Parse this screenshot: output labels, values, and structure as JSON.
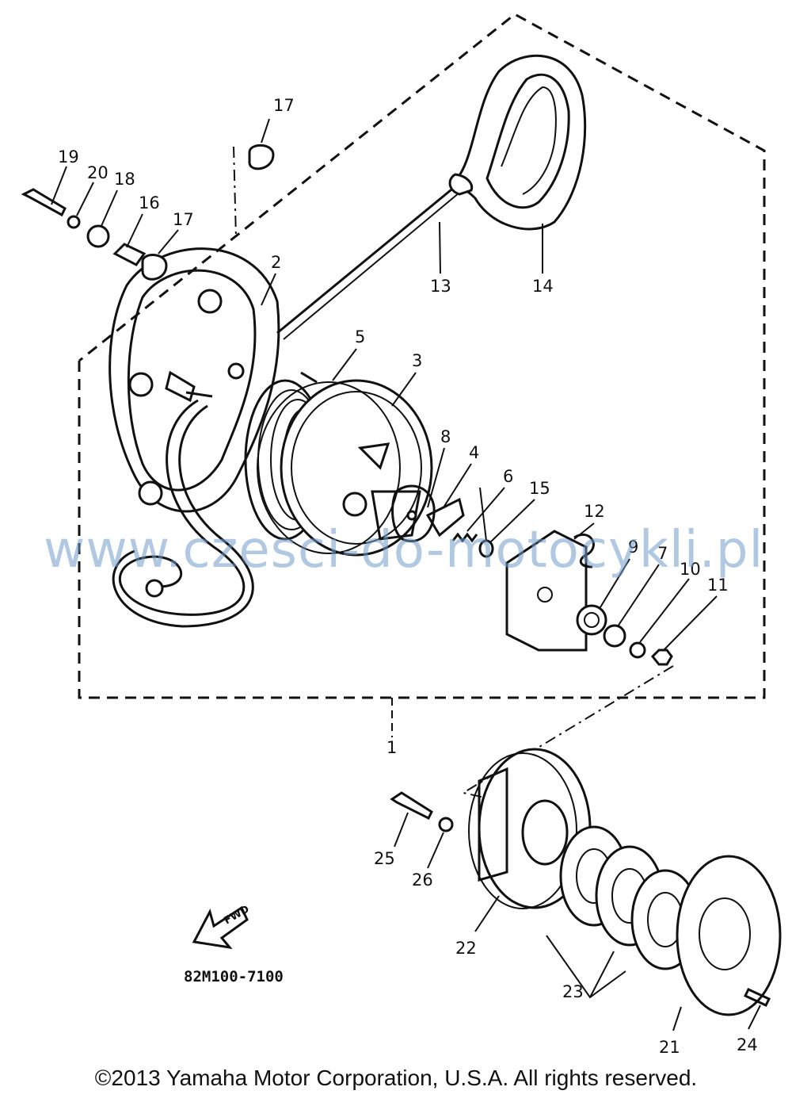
{
  "callouts": [
    {
      "id": "1",
      "label": "1"
    },
    {
      "id": "2",
      "label": "2"
    },
    {
      "id": "3",
      "label": "3"
    },
    {
      "id": "4",
      "label": "4"
    },
    {
      "id": "5",
      "label": "5"
    },
    {
      "id": "6",
      "label": "6"
    },
    {
      "id": "7",
      "label": "7"
    },
    {
      "id": "8",
      "label": "8"
    },
    {
      "id": "9",
      "label": "9"
    },
    {
      "id": "10",
      "label": "10"
    },
    {
      "id": "11",
      "label": "11"
    },
    {
      "id": "12",
      "label": "12"
    },
    {
      "id": "13",
      "label": "13"
    },
    {
      "id": "14",
      "label": "14"
    },
    {
      "id": "15",
      "label": "15"
    },
    {
      "id": "16",
      "label": "16"
    },
    {
      "id": "17a",
      "label": "17"
    },
    {
      "id": "17b",
      "label": "17"
    },
    {
      "id": "18",
      "label": "18"
    },
    {
      "id": "19",
      "label": "19"
    },
    {
      "id": "20",
      "label": "20"
    },
    {
      "id": "21",
      "label": "21"
    },
    {
      "id": "22",
      "label": "22"
    },
    {
      "id": "23",
      "label": "23"
    },
    {
      "id": "24",
      "label": "24"
    },
    {
      "id": "25",
      "label": "25"
    },
    {
      "id": "26",
      "label": "26"
    }
  ],
  "diagram_code": "82M100-7100",
  "fwd_label": "FWD",
  "watermark": "www.czesci-do-motocykli.pl",
  "copyright": "©2013 Yamaha Motor Corporation, U.S.A. All rights reserved."
}
